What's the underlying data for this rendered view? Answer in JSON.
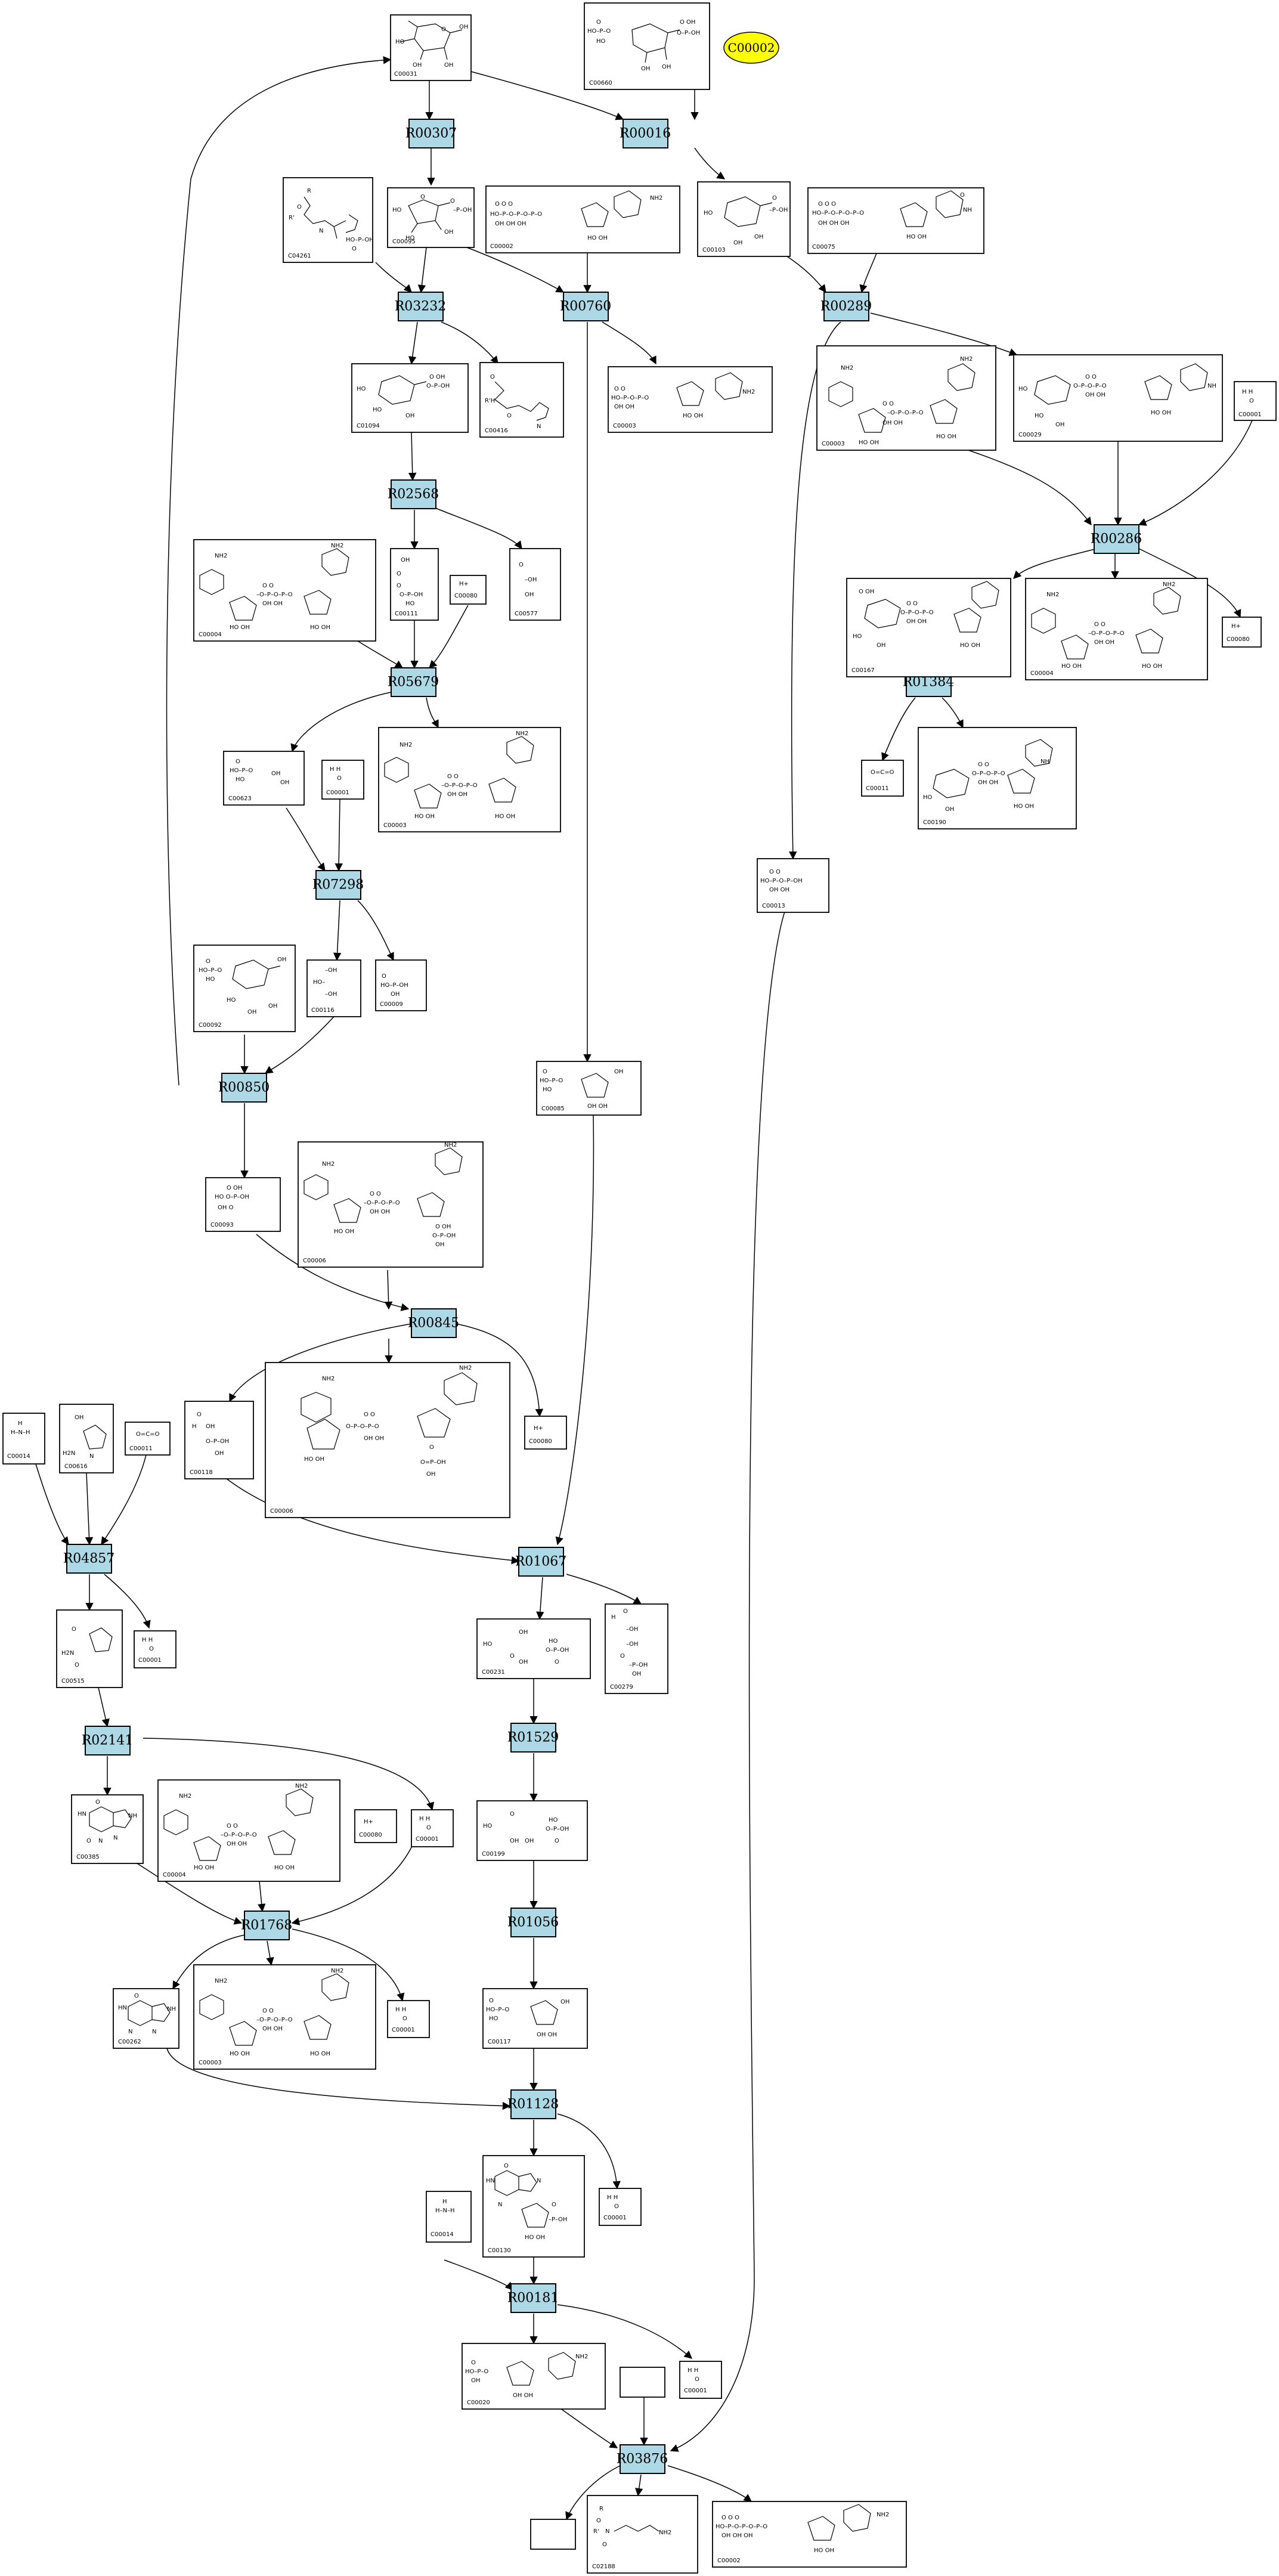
{
  "highlight": {
    "id": "C00002",
    "color": "#ffff00"
  },
  "reactions": [
    "R00307",
    "R00016",
    "R03232",
    "R00760",
    "R00289",
    "R00286",
    "R02568",
    "R05679",
    "R01384",
    "R07298",
    "R00850",
    "R00845",
    "R04857",
    "R01067",
    "R02141",
    "R01529",
    "R01768",
    "R01056",
    "R01128",
    "R00181",
    "R03876"
  ],
  "compounds": {
    "C00031": "C00031",
    "C00660": "C00660",
    "C04261": "C04261",
    "C00095": "C00095",
    "C00002a": "C00002",
    "C00103": "C00103",
    "C00075": "C00075",
    "C01094": "C01094",
    "C00416": "C00416",
    "C00003a": "C00003",
    "C00003b": "C00003",
    "C00029": "C00029",
    "C00001a": "C00001",
    "C00004a": "C00004",
    "C00111": "C00111",
    "C00080a": "C00080",
    "C00577": "C00577",
    "C00167": "C00167",
    "C00004b": "C00004",
    "C00080b": "C00080",
    "C00623": "C00623",
    "C00001b": "C00001",
    "C00003c": "C00003",
    "C00011a": "C00011",
    "C00190": "C00190",
    "C00013": "C00013",
    "C00092": "C00092",
    "C00116": "C00116",
    "C00009": "C00009",
    "C00085": "C00085",
    "C00093": "C00093",
    "C00006a": "C00006",
    "C00014a": "C00014",
    "C00616": "C00616",
    "C00011b": "C00011",
    "C00118": "C00118",
    "C00006b": "C00006",
    "C00080c": "C00080",
    "C00515": "C00515",
    "C00001c": "C00001",
    "C00231": "C00231",
    "C00279": "C00279",
    "C00385": "C00385",
    "C00004c": "C00004",
    "C00080d": "C00080",
    "C00001d": "C00001",
    "C00199": "C00199",
    "C00262": "C00262",
    "C00003d": "C00003",
    "C00001e": "C00001",
    "C00117": "C00117",
    "C00014b": "C00014",
    "C00130": "C00130",
    "C00001f": "C00001",
    "C00020": "C00020",
    "C00001g": "C00001",
    "C02188": "C02188",
    "C00002b": "C00002"
  }
}
